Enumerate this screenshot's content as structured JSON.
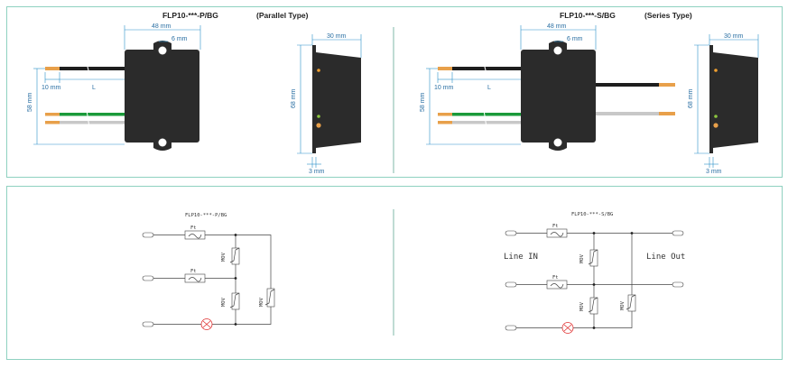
{
  "colors": {
    "panel_border": "#8fd1c0",
    "dimension": "#2a8fc9",
    "body_black": "#2b2b2b",
    "wire_black": "#1e1e1e",
    "wire_green": "#1a9a3a",
    "wire_grey": "#c8c8c8",
    "wire_tip": "#e8a04a",
    "led_green": "#8cc63f",
    "led_orange": "#f0a030",
    "ground_red": "#e03030"
  },
  "top": {
    "left": {
      "model": "FLP10-***-P/BG",
      "type": "(Parallel Type)",
      "dims": {
        "width": "48 mm",
        "hole": "6 mm",
        "strip": "10 mm",
        "wire": "L",
        "height": "58 mm",
        "side_height": "68 mm",
        "depth": "30 mm",
        "flange": "3 mm"
      }
    },
    "right": {
      "model": "FLP10-***-S/BG",
      "type": "(Series Type)",
      "dims": {
        "width": "48 mm",
        "hole": "6 mm",
        "strip": "10 mm",
        "wire": "L",
        "height": "58 mm",
        "side_height": "68 mm",
        "depth": "30 mm",
        "flange": "3 mm"
      }
    }
  },
  "bottom": {
    "left": {
      "title": "FLP10-***-P/BG",
      "fuse_label": "Ft",
      "mov_label": "MOV"
    },
    "right": {
      "title": "FLP10-***-S/BG",
      "fuse_label": "Ft",
      "mov_label": "MOV",
      "line_in": "Line IN",
      "line_out": "Line Out"
    }
  }
}
